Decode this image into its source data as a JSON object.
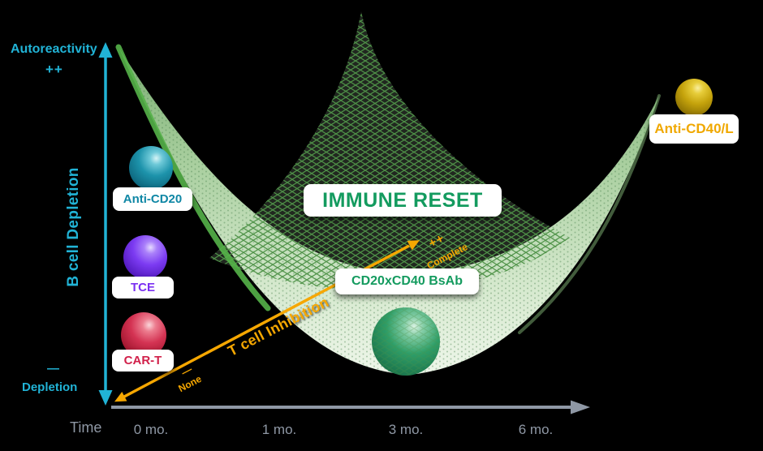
{
  "figure": {
    "background_color": "#000000",
    "banner": {
      "text": "IMMUNE RESET",
      "text_color": "#149b5f"
    }
  },
  "y_axis": {
    "color": "#21b3d6",
    "top_label": "Autoreactivity",
    "top_scale": "++",
    "axis_title": "B cell Depletion",
    "bottom_scale": "—",
    "bottom_label": "Depletion"
  },
  "x_axis": {
    "color": "#8f98a5",
    "title": "Time",
    "ticks": [
      "0 mo.",
      "1 mo.",
      "3 mo.",
      "6 mo."
    ]
  },
  "t_cell_axis": {
    "color": "#f6a701",
    "label": "T cell Inhibition",
    "start_scale": "—",
    "start_label": "None",
    "end_scale": "++",
    "end_label": "Complete"
  },
  "therapies": [
    {
      "id": "anti-cd20",
      "label": "Anti-CD20",
      "sphere_color": "#1d93ab",
      "text_color": "#0f87a5"
    },
    {
      "id": "tce",
      "label": "TCE",
      "sphere_color": "#7c3bf2",
      "text_color": "#7b30f2"
    },
    {
      "id": "car-t",
      "label": "CAR-T",
      "sphere_color": "#d43353",
      "text_color": "#d1204a"
    },
    {
      "id": "cd20xcd40-bsab",
      "label": "CD20xCD40 BsAb",
      "sphere_color": "#2f9e68",
      "text_color": "#149b5f"
    },
    {
      "id": "anti-cd40l",
      "label": "Anti-CD40/L",
      "sphere_color": "#c5a30c",
      "text_color": "#f0a800"
    }
  ],
  "surface": {
    "lattice_color": "#4f9348",
    "fill_top": "#79ad70",
    "fill_bottom": "#f0f7ec",
    "left_rim_color": "#55b349"
  }
}
